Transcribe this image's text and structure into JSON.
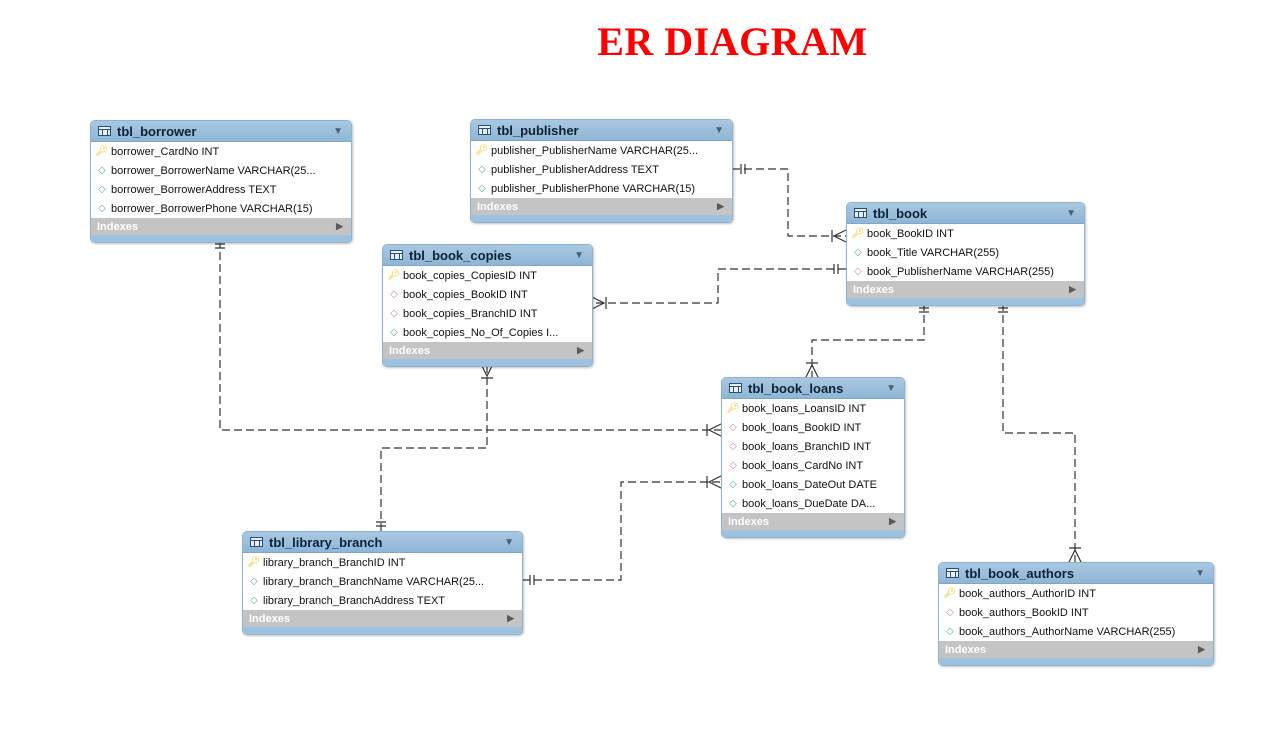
{
  "title": "ER DIAGRAM",
  "indexes_label": "Indexes",
  "tables": {
    "borrower": {
      "name": "tbl_borrower",
      "columns": [
        {
          "text": "borrower_CardNo INT",
          "kind": "pk"
        },
        {
          "text": "borrower_BorrowerName VARCHAR(25...",
          "kind": "col"
        },
        {
          "text": "borrower_BorrowerAddress TEXT",
          "kind": "col"
        },
        {
          "text": "borrower_BorrowerPhone VARCHAR(15)",
          "kind": "col"
        }
      ]
    },
    "publisher": {
      "name": "tbl_publisher",
      "columns": [
        {
          "text": "publisher_PublisherName VARCHAR(25...",
          "kind": "pk"
        },
        {
          "text": "publisher_PublisherAddress TEXT",
          "kind": "col"
        },
        {
          "text": "publisher_PublisherPhone VARCHAR(15)",
          "kind": "col"
        }
      ]
    },
    "book": {
      "name": "tbl_book",
      "columns": [
        {
          "text": "book_BookID INT",
          "kind": "pk"
        },
        {
          "text": "book_Title VARCHAR(255)",
          "kind": "col"
        },
        {
          "text": "book_PublisherName VARCHAR(255)",
          "kind": "fk"
        }
      ]
    },
    "book_copies": {
      "name": "tbl_book_copies",
      "columns": [
        {
          "text": "book_copies_CopiesID INT",
          "kind": "pk"
        },
        {
          "text": "book_copies_BookID INT",
          "kind": "fk"
        },
        {
          "text": "book_copies_BranchID INT",
          "kind": "fk"
        },
        {
          "text": "book_copies_No_Of_Copies I...",
          "kind": "col"
        }
      ]
    },
    "book_loans": {
      "name": "tbl_book_loans",
      "columns": [
        {
          "text": "book_loans_LoansID INT",
          "kind": "pk"
        },
        {
          "text": "book_loans_BookID INT",
          "kind": "fk"
        },
        {
          "text": "book_loans_BranchID INT",
          "kind": "fk"
        },
        {
          "text": "book_loans_CardNo INT",
          "kind": "fk"
        },
        {
          "text": "book_loans_DateOut DATE",
          "kind": "col"
        },
        {
          "text": "book_loans_DueDate DA...",
          "kind": "col"
        }
      ]
    },
    "library_branch": {
      "name": "tbl_library_branch",
      "columns": [
        {
          "text": "library_branch_BranchID INT",
          "kind": "pk"
        },
        {
          "text": "library_branch_BranchName VARCHAR(25...",
          "kind": "col"
        },
        {
          "text": "library_branch_BranchAddress TEXT",
          "kind": "col"
        }
      ]
    },
    "book_authors": {
      "name": "tbl_book_authors",
      "columns": [
        {
          "text": "book_authors_AuthorID INT",
          "kind": "pk"
        },
        {
          "text": "book_authors_BookID INT",
          "kind": "fk"
        },
        {
          "text": "book_authors_AuthorName VARCHAR(255)",
          "kind": "col"
        }
      ]
    }
  },
  "colors": {
    "title": "#ff0000",
    "header": "#9dc0dd",
    "indexes_bar": "#c4c4c4",
    "connector": "#333333",
    "pk_icon": "#f0c000"
  },
  "icons": {
    "pk": "key-icon",
    "col": "column-diamond-icon",
    "fk": "foreign-key-diamond-icon",
    "table": "table-icon",
    "collapse": "triangle-down-icon",
    "expand_indexes": "triangle-right-icon"
  }
}
